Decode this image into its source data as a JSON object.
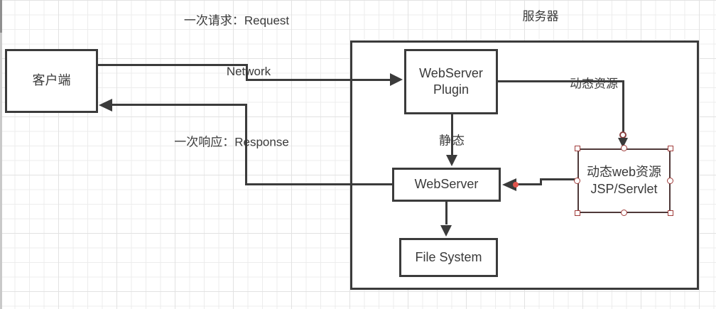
{
  "canvas": {
    "background": "#ffffff",
    "grid_color": "#ececec"
  },
  "colors": {
    "line": "#3b3b3b",
    "text": "#3a3a3a",
    "selection_handle_border": "#a03c3a",
    "selection_dot": "#e0544c",
    "node_fill": "#ffffff"
  },
  "nodes": {
    "client": {
      "label": "客户端"
    },
    "server_group": {
      "label": "服务器"
    },
    "webserver_plugin": {
      "label_line1": "WebServer",
      "label_line2": "Plugin"
    },
    "webserver": {
      "label": "WebServer"
    },
    "file_system": {
      "label": "File System"
    },
    "jsp_servlet": {
      "label_line1": "动态web资源",
      "label_line2": "JSP/Servlet",
      "selected": true
    }
  },
  "edge_labels": {
    "request": "一次请求：Request",
    "response": "一次响应：Response",
    "network": "Network",
    "dynamic_resource": "动态资源",
    "static": "静态"
  }
}
